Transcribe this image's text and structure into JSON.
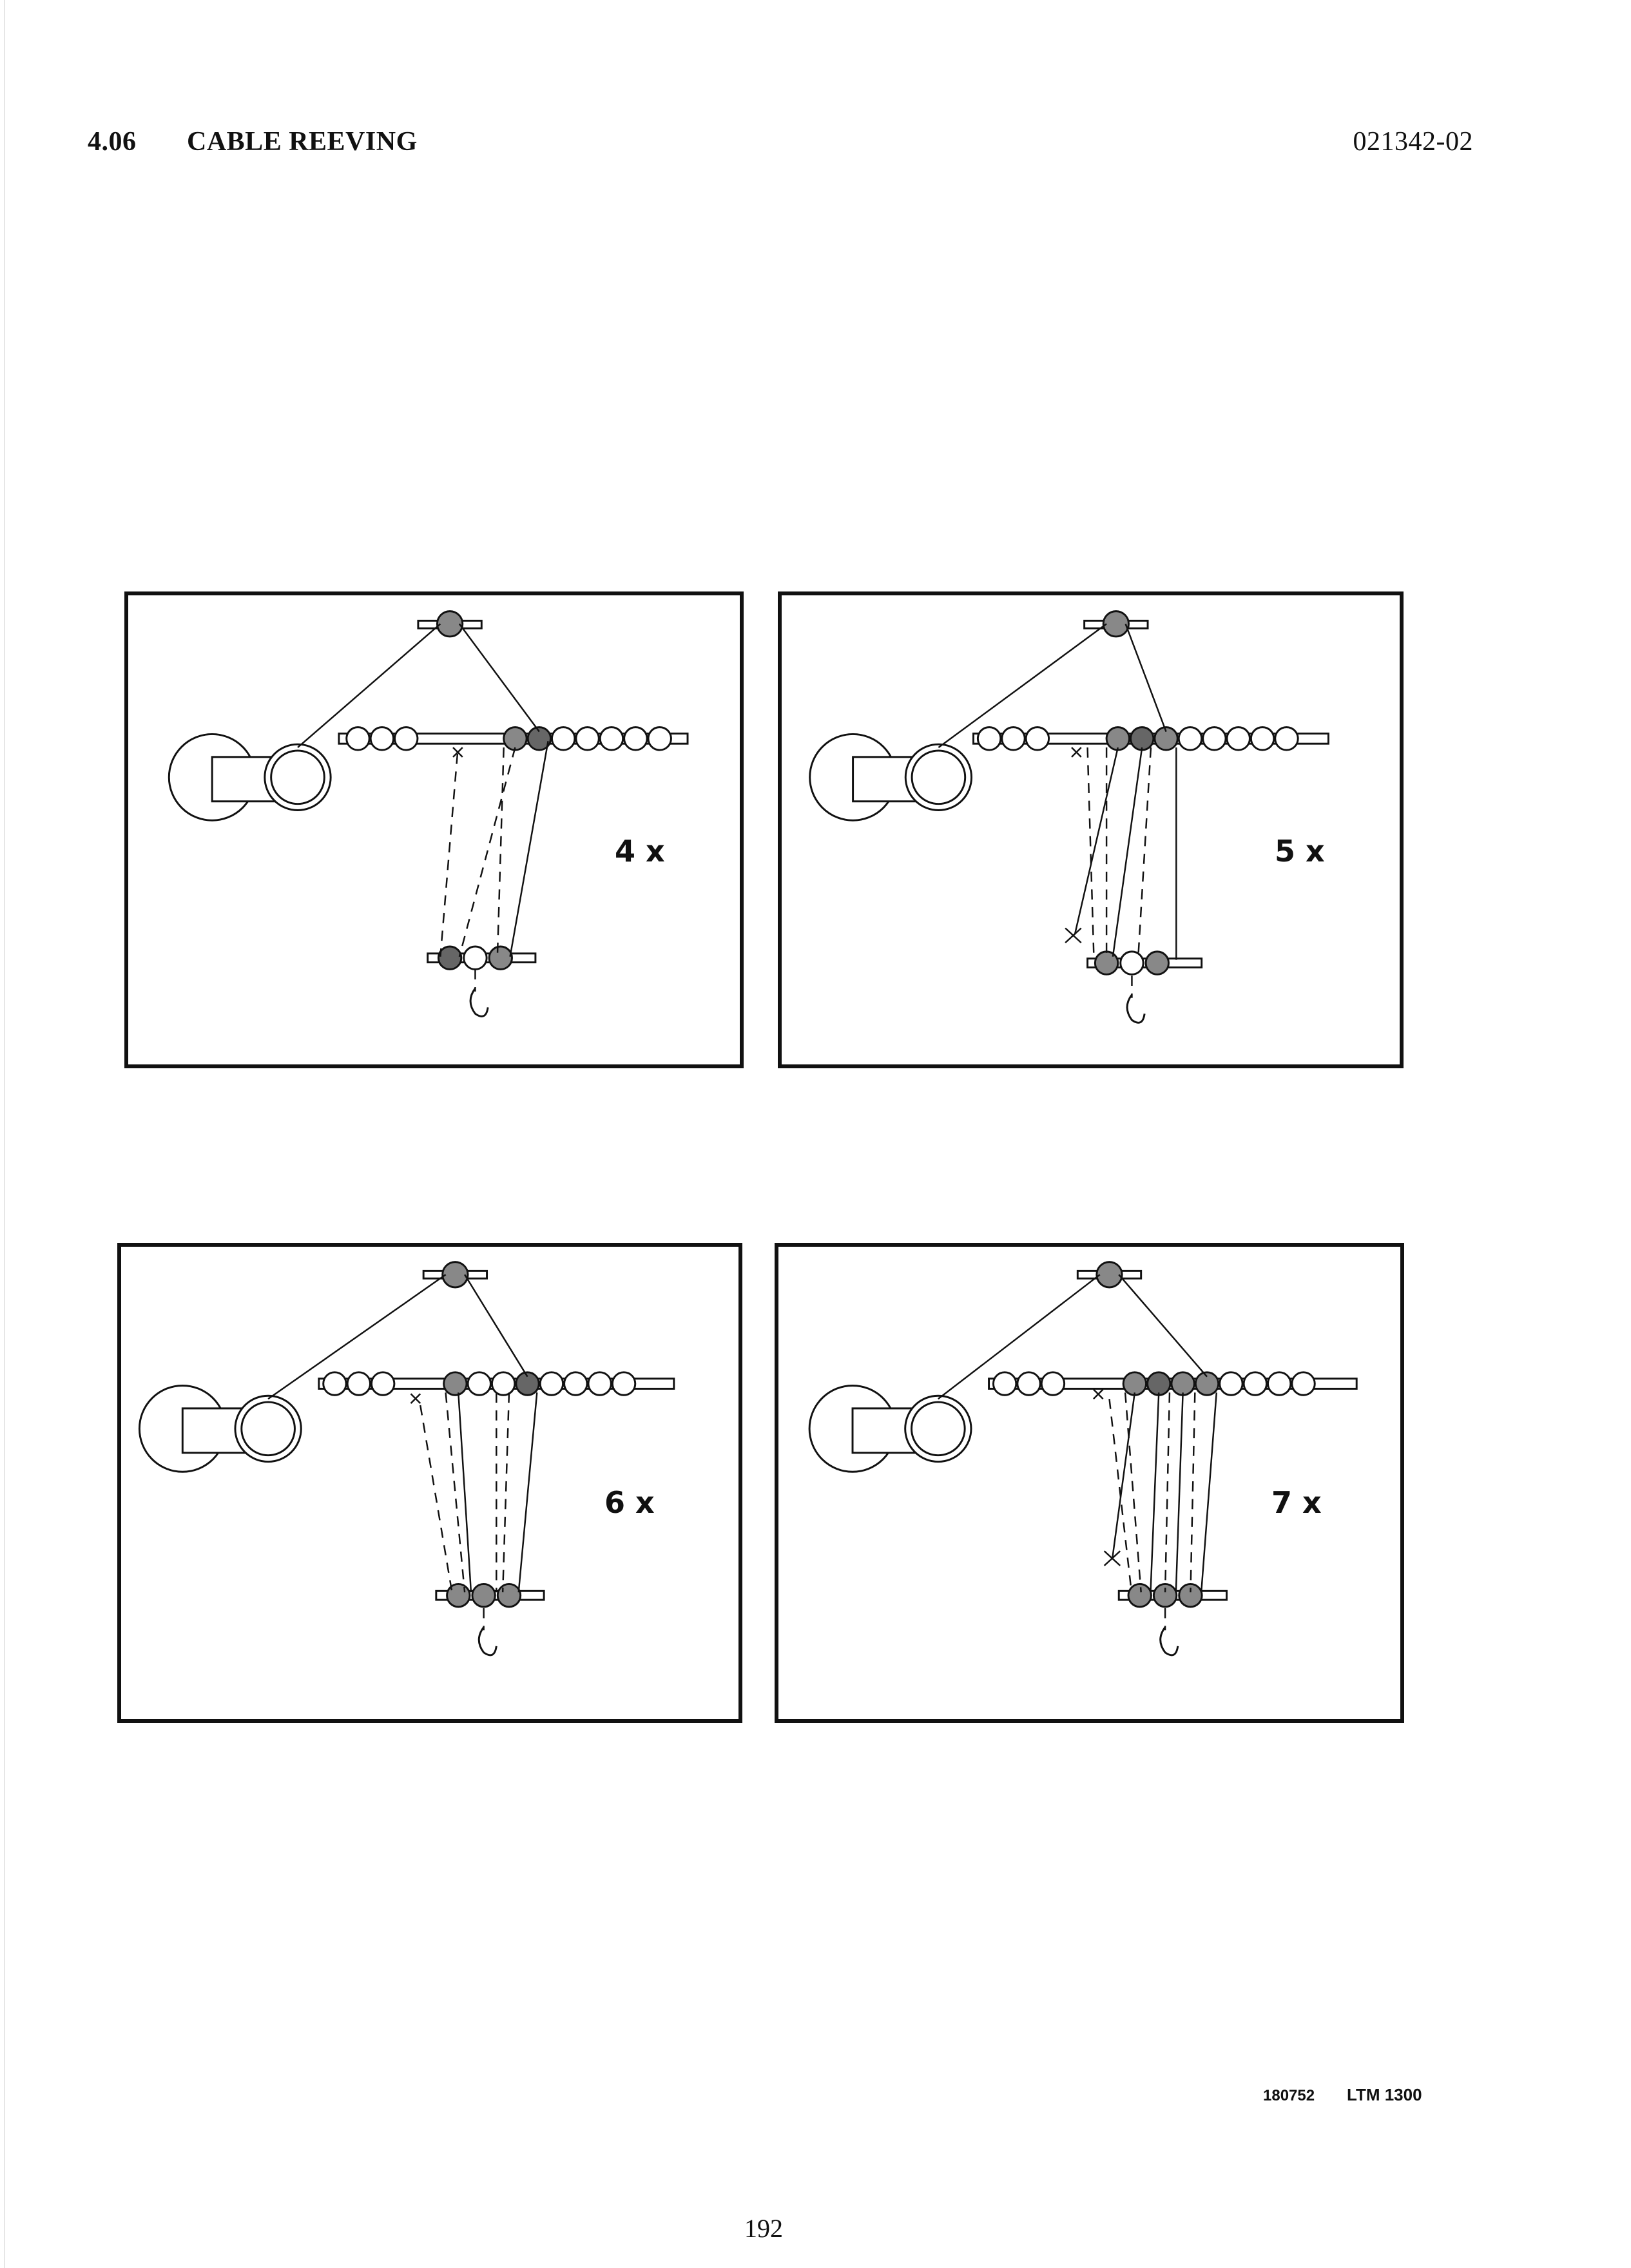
{
  "header": {
    "section_number": "4.06",
    "section_title": "CABLE REEVING",
    "document_number": "021342-02"
  },
  "diagrams": [
    {
      "label": "4 x"
    },
    {
      "label": "5 x"
    },
    {
      "label": "6 x"
    },
    {
      "label": "7 x"
    }
  ],
  "footer": {
    "code": "180752",
    "model": "LTM 1300",
    "page_number": "192"
  }
}
